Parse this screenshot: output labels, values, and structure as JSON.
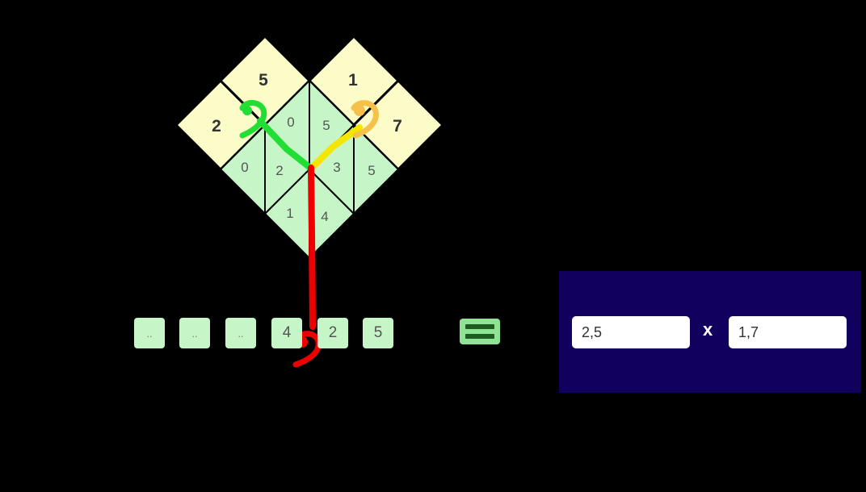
{
  "top_digits": [
    "2",
    "5",
    "1",
    "7"
  ],
  "inner_cells": [
    "0",
    "5",
    "0",
    "2",
    "3",
    "5",
    "1",
    "4"
  ],
  "result_digits": [
    "..",
    "..",
    "..",
    "4",
    "2",
    "5"
  ],
  "panel": {
    "factor_a": "2,5",
    "operator": "x",
    "factor_b": "1,7"
  },
  "colors": {
    "top_cell": "#fbfcc8",
    "inner_cell": "#c6f5c8",
    "decimal_path_green": "#22dd33",
    "decimal_path_yellow": "#f4e600",
    "decimal_path_red": "#ee0000",
    "panel_bg": "#12005e"
  },
  "icons": [
    "decimal-comma-icon",
    "equals-icon"
  ]
}
